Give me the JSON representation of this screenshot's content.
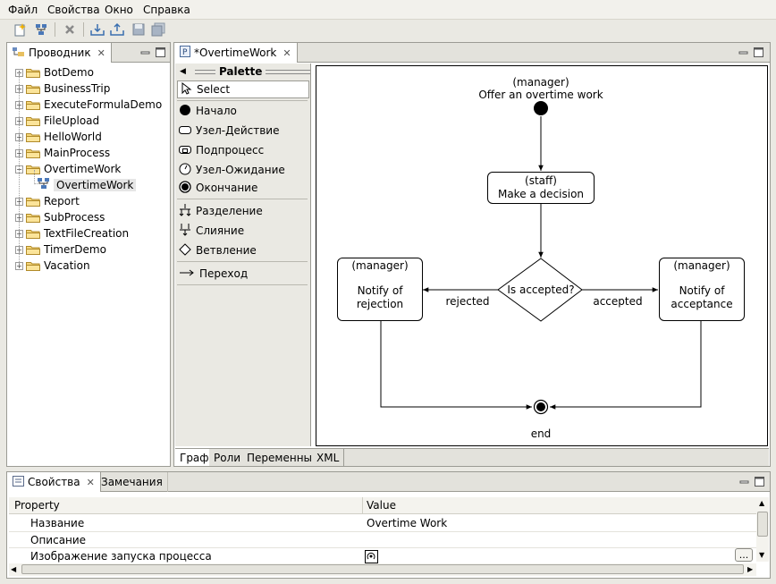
{
  "menu": [
    "Файл",
    "Свойства",
    "Окно",
    "Справка"
  ],
  "explorer": {
    "tab_label": "Проводник",
    "tree": [
      {
        "label": "BotDemo",
        "expanded": false
      },
      {
        "label": "BusinessTrip",
        "expanded": false
      },
      {
        "label": "ExecuteFormulaDemo",
        "expanded": false
      },
      {
        "label": "FileUpload",
        "expanded": false
      },
      {
        "label": "HelloWorld",
        "expanded": false
      },
      {
        "label": "MainProcess",
        "expanded": false
      },
      {
        "label": "OvertimeWork",
        "expanded": true
      },
      {
        "label": "OvertimeWork",
        "child": true
      },
      {
        "label": "Report",
        "expanded": false
      },
      {
        "label": "SubProcess",
        "expanded": false
      },
      {
        "label": "TextFileCreation",
        "expanded": false
      },
      {
        "label": "TimerDemo",
        "expanded": false
      },
      {
        "label": "Vacation",
        "expanded": false
      }
    ]
  },
  "editor": {
    "tab_label": "*OvertimeWork",
    "palette": {
      "title": "Palette",
      "items": [
        "Select",
        "Начало",
        "Узел-Действие",
        "Подпроцесс",
        "Узел-Ожидание",
        "Окончание",
        "Разделение",
        "Слияние",
        "Ветвление",
        "Переход"
      ]
    },
    "diagram": {
      "start_role": "(manager)",
      "start_name": "Offer an overtime work",
      "decision_role": "(staff)",
      "decision_name": "Make a decision",
      "gateway": "Is accepted?",
      "reject_role": "(manager)",
      "reject_name_1": "Notify of",
      "reject_name_2": "rejection",
      "accept_role": "(manager)",
      "accept_name_1": "Notify of",
      "accept_name_2": "acceptance",
      "rejected_label": "rejected",
      "accepted_label": "accepted",
      "end_label": "end"
    },
    "bottom_tabs": [
      "Граф",
      "Роли",
      "Переменные",
      "XML"
    ]
  },
  "properties": {
    "tabs": [
      "Свойства",
      "Замечания"
    ],
    "header_property": "Property",
    "header_value": "Value",
    "rows": [
      {
        "property": "Название",
        "value": "Overtime Work"
      },
      {
        "property": "Описание",
        "value": ""
      },
      {
        "property": "Изображение запуска процесса",
        "value": ""
      }
    ],
    "browse_button": "..."
  }
}
